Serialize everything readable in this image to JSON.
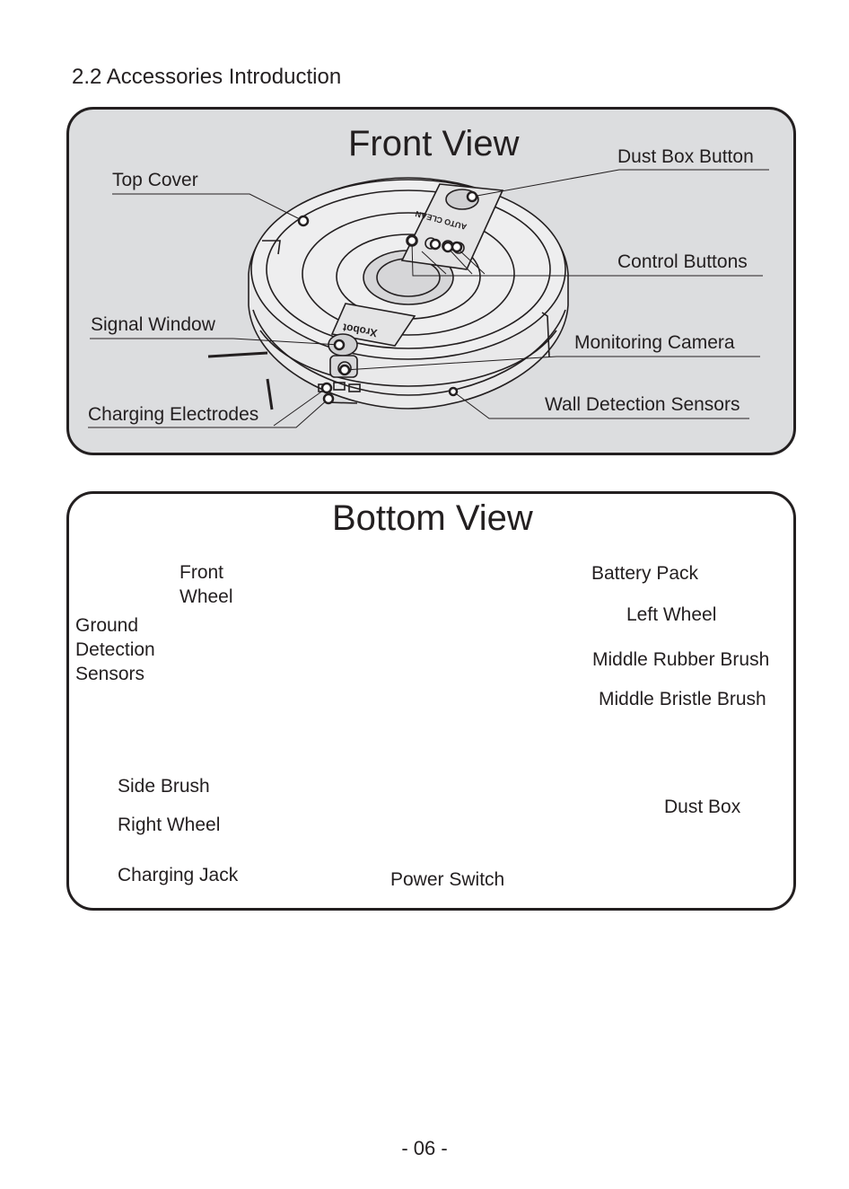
{
  "section": {
    "heading": "2.2 Accessories Introduction"
  },
  "front_view": {
    "title": "Front View",
    "brand": "Xrobot",
    "panel_text": "AUTO  CLEAN",
    "labels": {
      "top_cover": "Top Cover",
      "dust_box_button": "Dust Box Button",
      "control_buttons": "Control Buttons",
      "signal_window": "Signal Window",
      "monitoring_camera": "Monitoring  Camera",
      "charging_electrodes": "Charging Electrodes",
      "wall_detection_sensors": "Wall Detection Sensors"
    }
  },
  "bottom_view": {
    "title": "Bottom View",
    "labels": {
      "front_wheel": "Front\nWheel",
      "battery_pack": "Battery Pack",
      "left_wheel": "Left Wheel",
      "ground_detection_sensors": "Ground\n Detection\n Sensors",
      "middle_rubber_brush": "Middle Rubber Brush",
      "middle_bristle_brush": "Middle Bristle Brush",
      "side_brush": "Side Brush",
      "right_wheel": "Right Wheel",
      "dust_box": "Dust Box",
      "charging_jack": "Charging Jack",
      "power_switch": "Power Switch"
    }
  },
  "footer": {
    "page_number": "- 06 -"
  }
}
